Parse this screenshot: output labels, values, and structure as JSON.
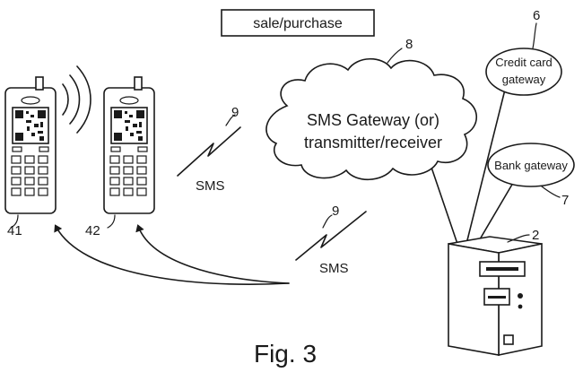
{
  "header_box": {
    "label": "sale/purchase"
  },
  "sms_gateway": {
    "ref": "8",
    "line1": "SMS Gateway (or)",
    "line2": "transmitter/receiver"
  },
  "credit_card_gateway": {
    "ref": "6",
    "line1": "Credit card",
    "line2": "gateway"
  },
  "bank_gateway": {
    "ref": "7",
    "label": "Bank gateway"
  },
  "computer": {
    "ref": "2"
  },
  "phone_a": {
    "ref": "41"
  },
  "phone_b": {
    "ref": "42"
  },
  "sms_upper": {
    "ref": "9",
    "label": "SMS"
  },
  "sms_lower": {
    "ref": "9",
    "label": "SMS"
  },
  "figure_caption": "Fig. 3"
}
